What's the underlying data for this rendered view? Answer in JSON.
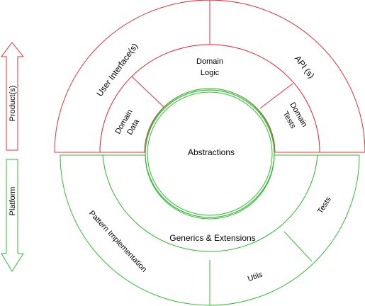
{
  "colors": {
    "product": "#e0303a",
    "platform": "#33bb33",
    "text": "#000000",
    "background": "#ffffff"
  },
  "arrows": {
    "product": {
      "label": "Product(s)",
      "direction": "up"
    },
    "platform": {
      "label": "Platform",
      "direction": "down"
    }
  },
  "product": {
    "outer_ring": [
      {
        "id": "user-interfaces",
        "label": "User Interface(s)"
      },
      {
        "id": "api",
        "label": "API (s)"
      }
    ],
    "middle_ring": {
      "top": [
        "Domain",
        "Logic"
      ],
      "left": [
        "Domain",
        "Data"
      ],
      "right": [
        "Domain",
        "Tests"
      ]
    }
  },
  "core": {
    "label": "Abstractions"
  },
  "platform": {
    "middle_ring": {
      "label": "Generics & Extensions"
    },
    "outer_ring": [
      {
        "id": "pattern-implementation",
        "label": "Pattern Implementation"
      },
      {
        "id": "utils",
        "label": "Utils"
      },
      {
        "id": "tests",
        "label": "Tests"
      }
    ]
  }
}
